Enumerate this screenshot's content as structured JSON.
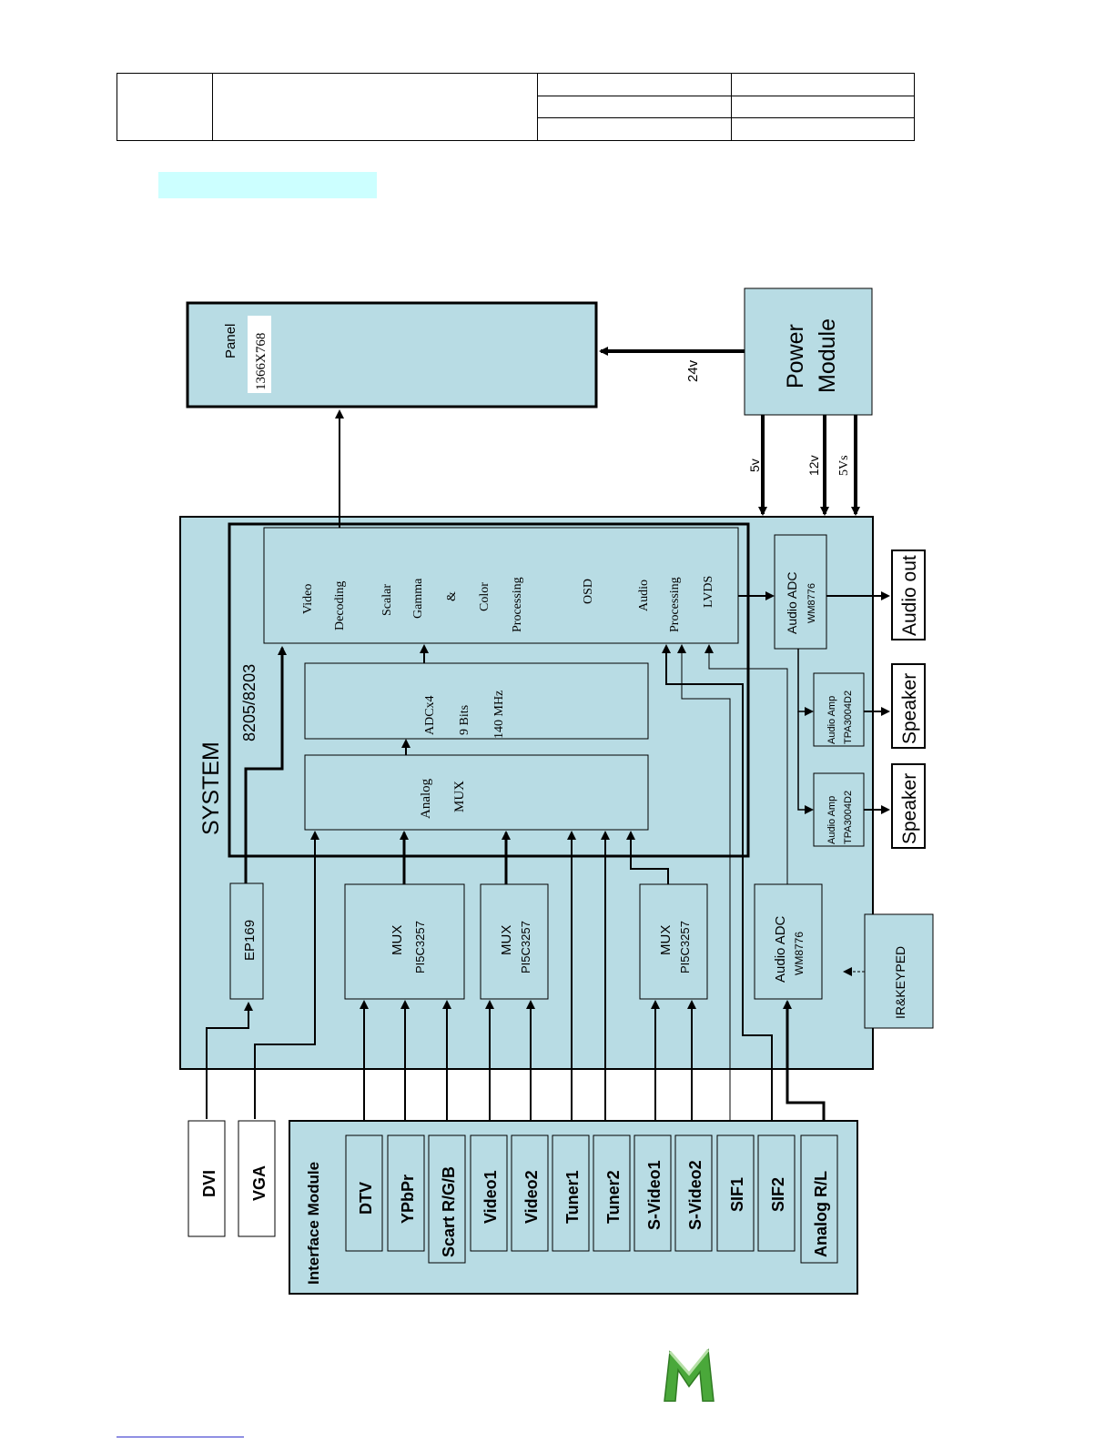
{
  "colors": {
    "block_fill": "#b8dce4",
    "system_fill": "#b8dce4",
    "highlight": "#ccffff",
    "logo_green": "#4aa83a"
  },
  "header_table": {
    "rows": 3,
    "cells": [
      "",
      "",
      "",
      "",
      "",
      "",
      "",
      ""
    ]
  },
  "diagram": {
    "panel": {
      "title": "Panel",
      "resolution": "1366X768"
    },
    "power_module": {
      "line1": "Power",
      "line2": "Module"
    },
    "voltages": {
      "v24": "24v",
      "v5": "5v",
      "v12": "12v",
      "v5s": "5Vs"
    },
    "system": {
      "title": "SYSTEM",
      "chip": "8205/8203"
    },
    "processing": [
      "Video",
      "Decoding",
      "Scalar",
      "Gamma",
      "&",
      "Color",
      "Processing",
      "OSD",
      "Audio",
      "Processing",
      "LVDS"
    ],
    "adc": {
      "line1": "ADCx4",
      "line2": "9 Bits",
      "line3": "140 MHz"
    },
    "analog_mux": {
      "line1": "Analog",
      "line2": "MUX"
    },
    "ep169": "EP169",
    "mux1": {
      "line1": "MUX",
      "line2": "PI5C3257"
    },
    "mux2": {
      "line1": "MUX",
      "line2": "PI5C3257"
    },
    "mux3": {
      "line1": "MUX",
      "line2": "PI5C3257"
    },
    "audio_adc_top": {
      "line1": "Audio ADC",
      "line2": "WM8776"
    },
    "audio_adc_bottom": {
      "line1": "Audio ADC",
      "line2": "WM8776"
    },
    "audio_amp1": {
      "line1": "Audio Amp",
      "line2": "TPA3004D2"
    },
    "audio_amp2": {
      "line1": "Audio Amp",
      "line2": "TPA3004D2"
    },
    "audio_out": "Audio out",
    "speaker1": "Speaker",
    "speaker2": "Speaker",
    "ir_keyped": "IR&KEYPED",
    "dvi": "DVI",
    "vga": "VGA",
    "interface_module": {
      "title": "Interface Module",
      "ports": [
        "DTV",
        "YPbPr",
        "Scart R/G/B",
        "Video1",
        "Video2",
        "Tuner1",
        "Tuner2",
        "S-Video1",
        "S-Video2",
        "SIF1",
        "SIF2",
        "Analog R/L"
      ]
    }
  }
}
